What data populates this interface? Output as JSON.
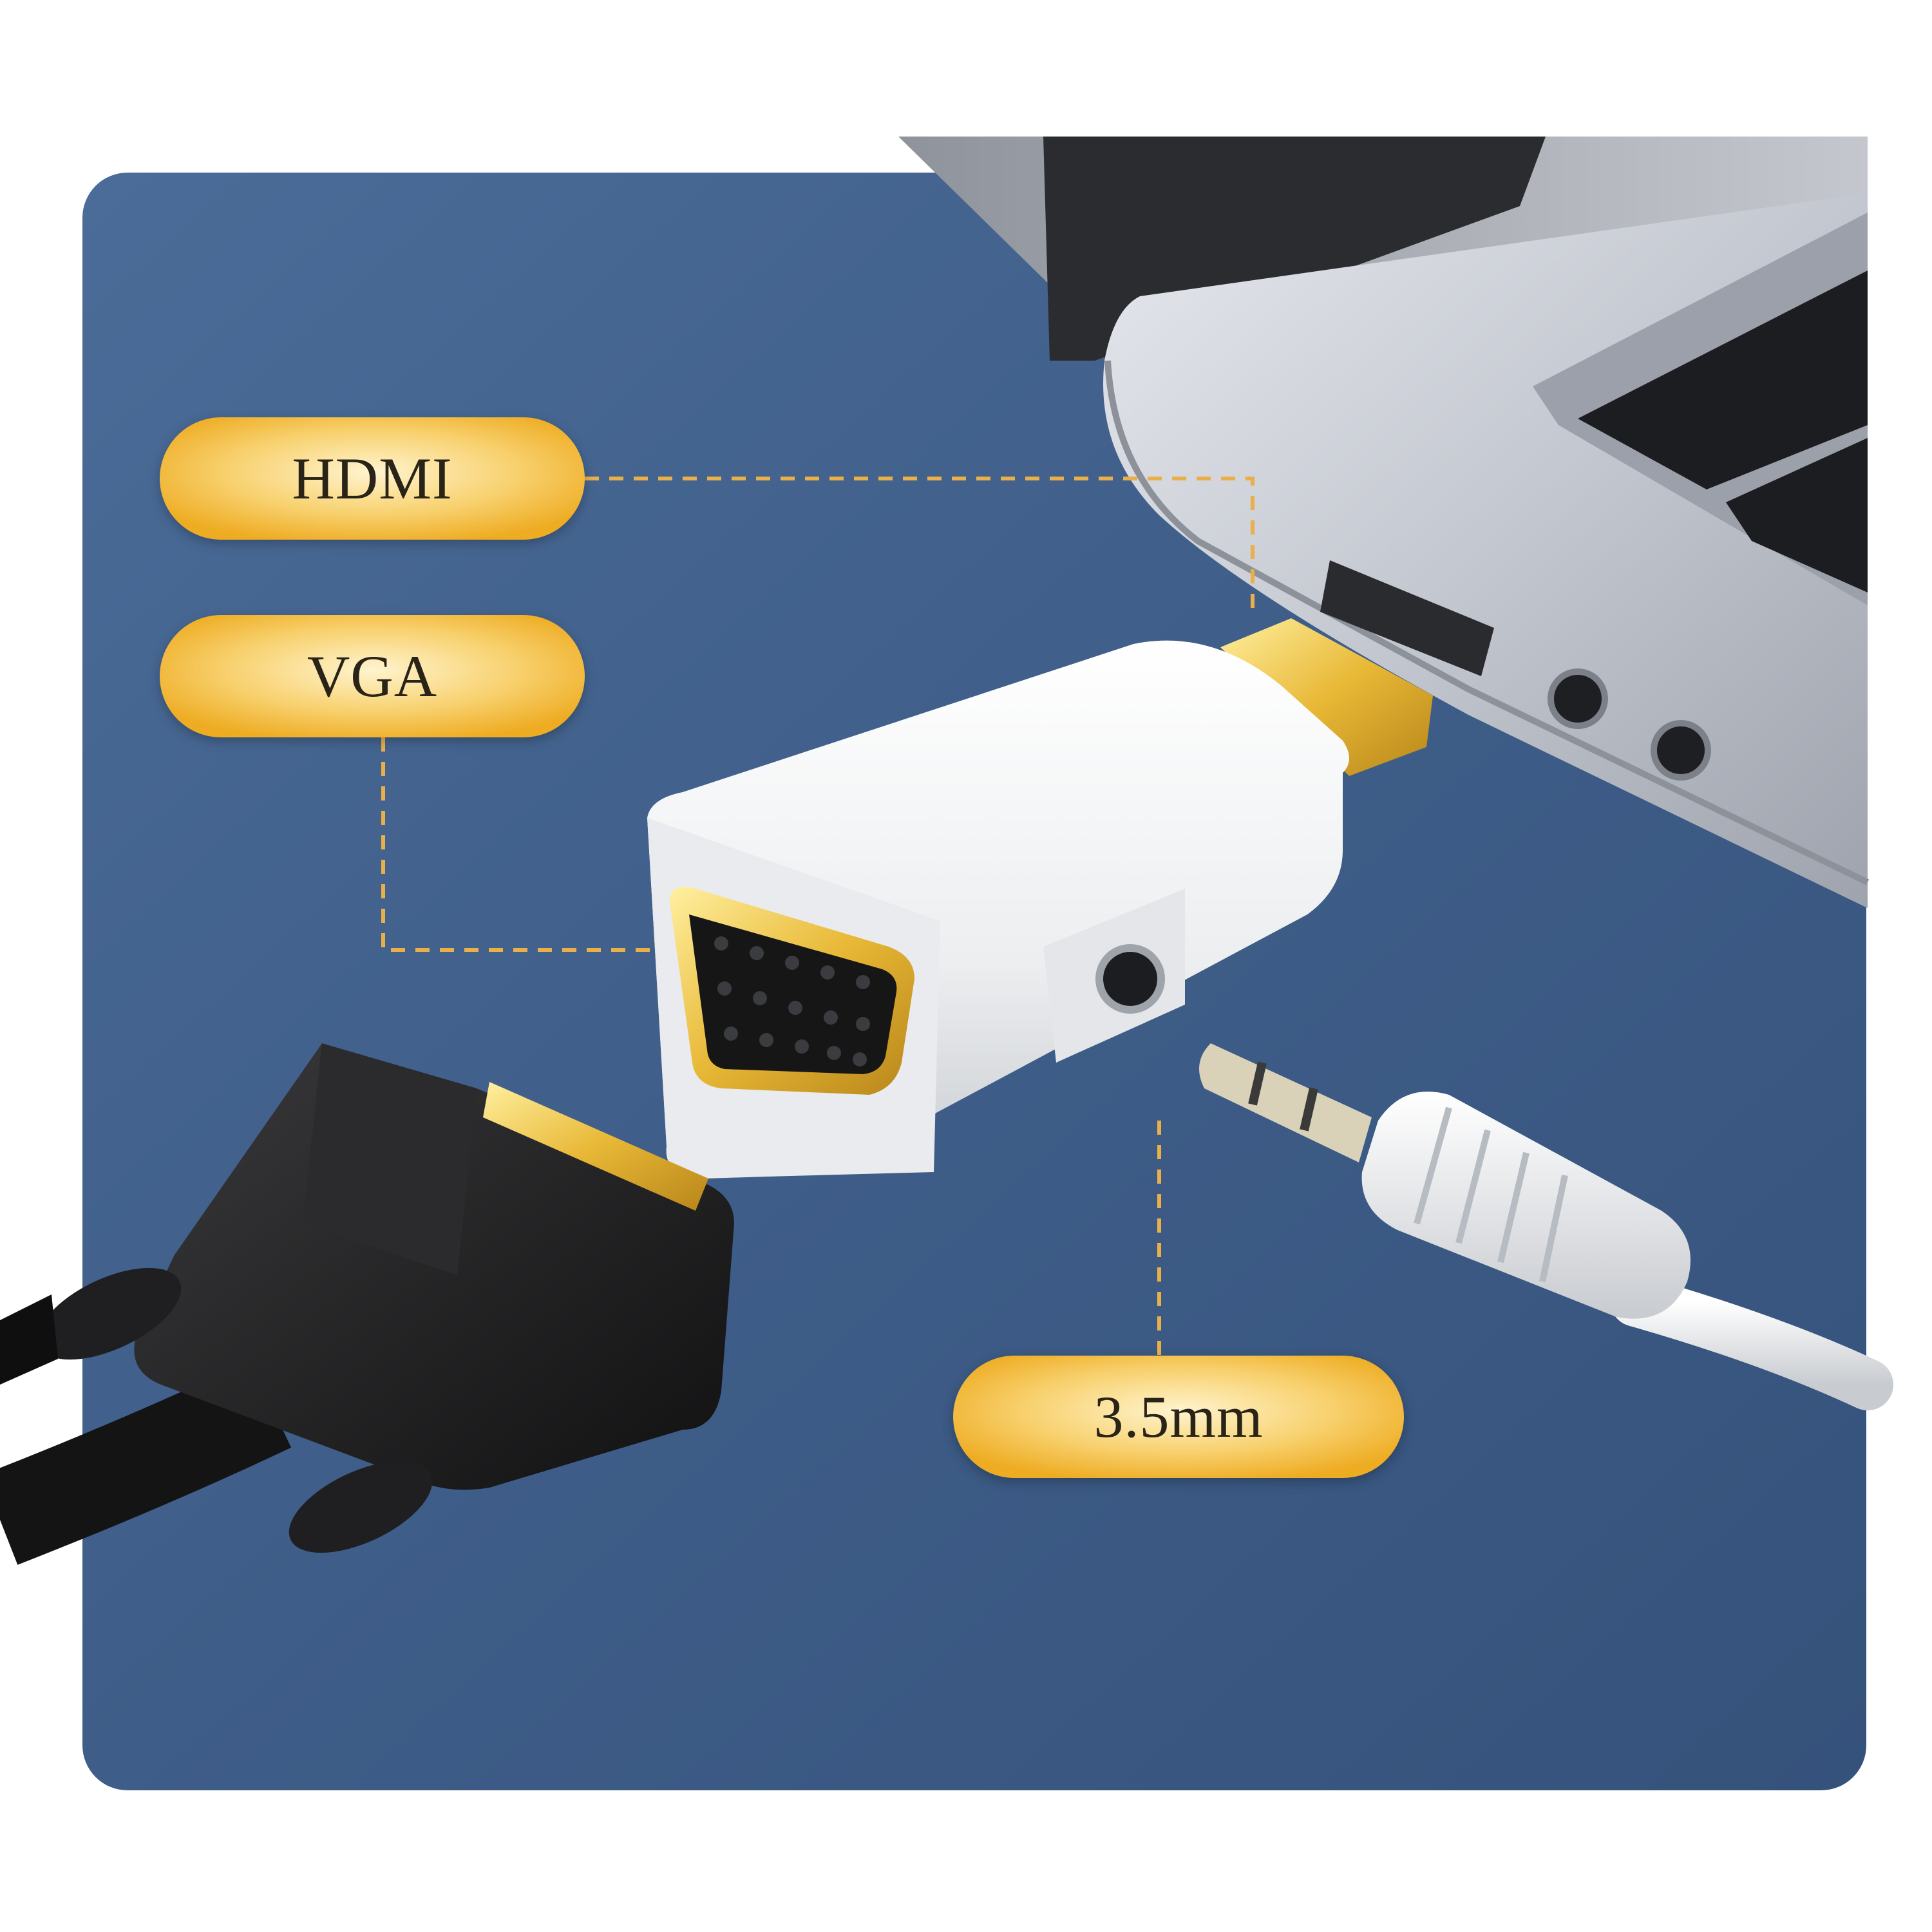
{
  "labels": {
    "hdmi": "HDMI",
    "vga": "VGA",
    "audio": "3.5mm"
  },
  "colors": {
    "panel_blue": "#3f5f8a",
    "pill_gold_light": "#fff2c8",
    "pill_gold_dark": "#f0b42a",
    "dash_line": "#e9b04a",
    "adapter_white": "#f4f4f4",
    "laptop_silver": "#b8bcc6",
    "connector_gold": "#e8b836",
    "cable_black": "#1b1b1c"
  }
}
